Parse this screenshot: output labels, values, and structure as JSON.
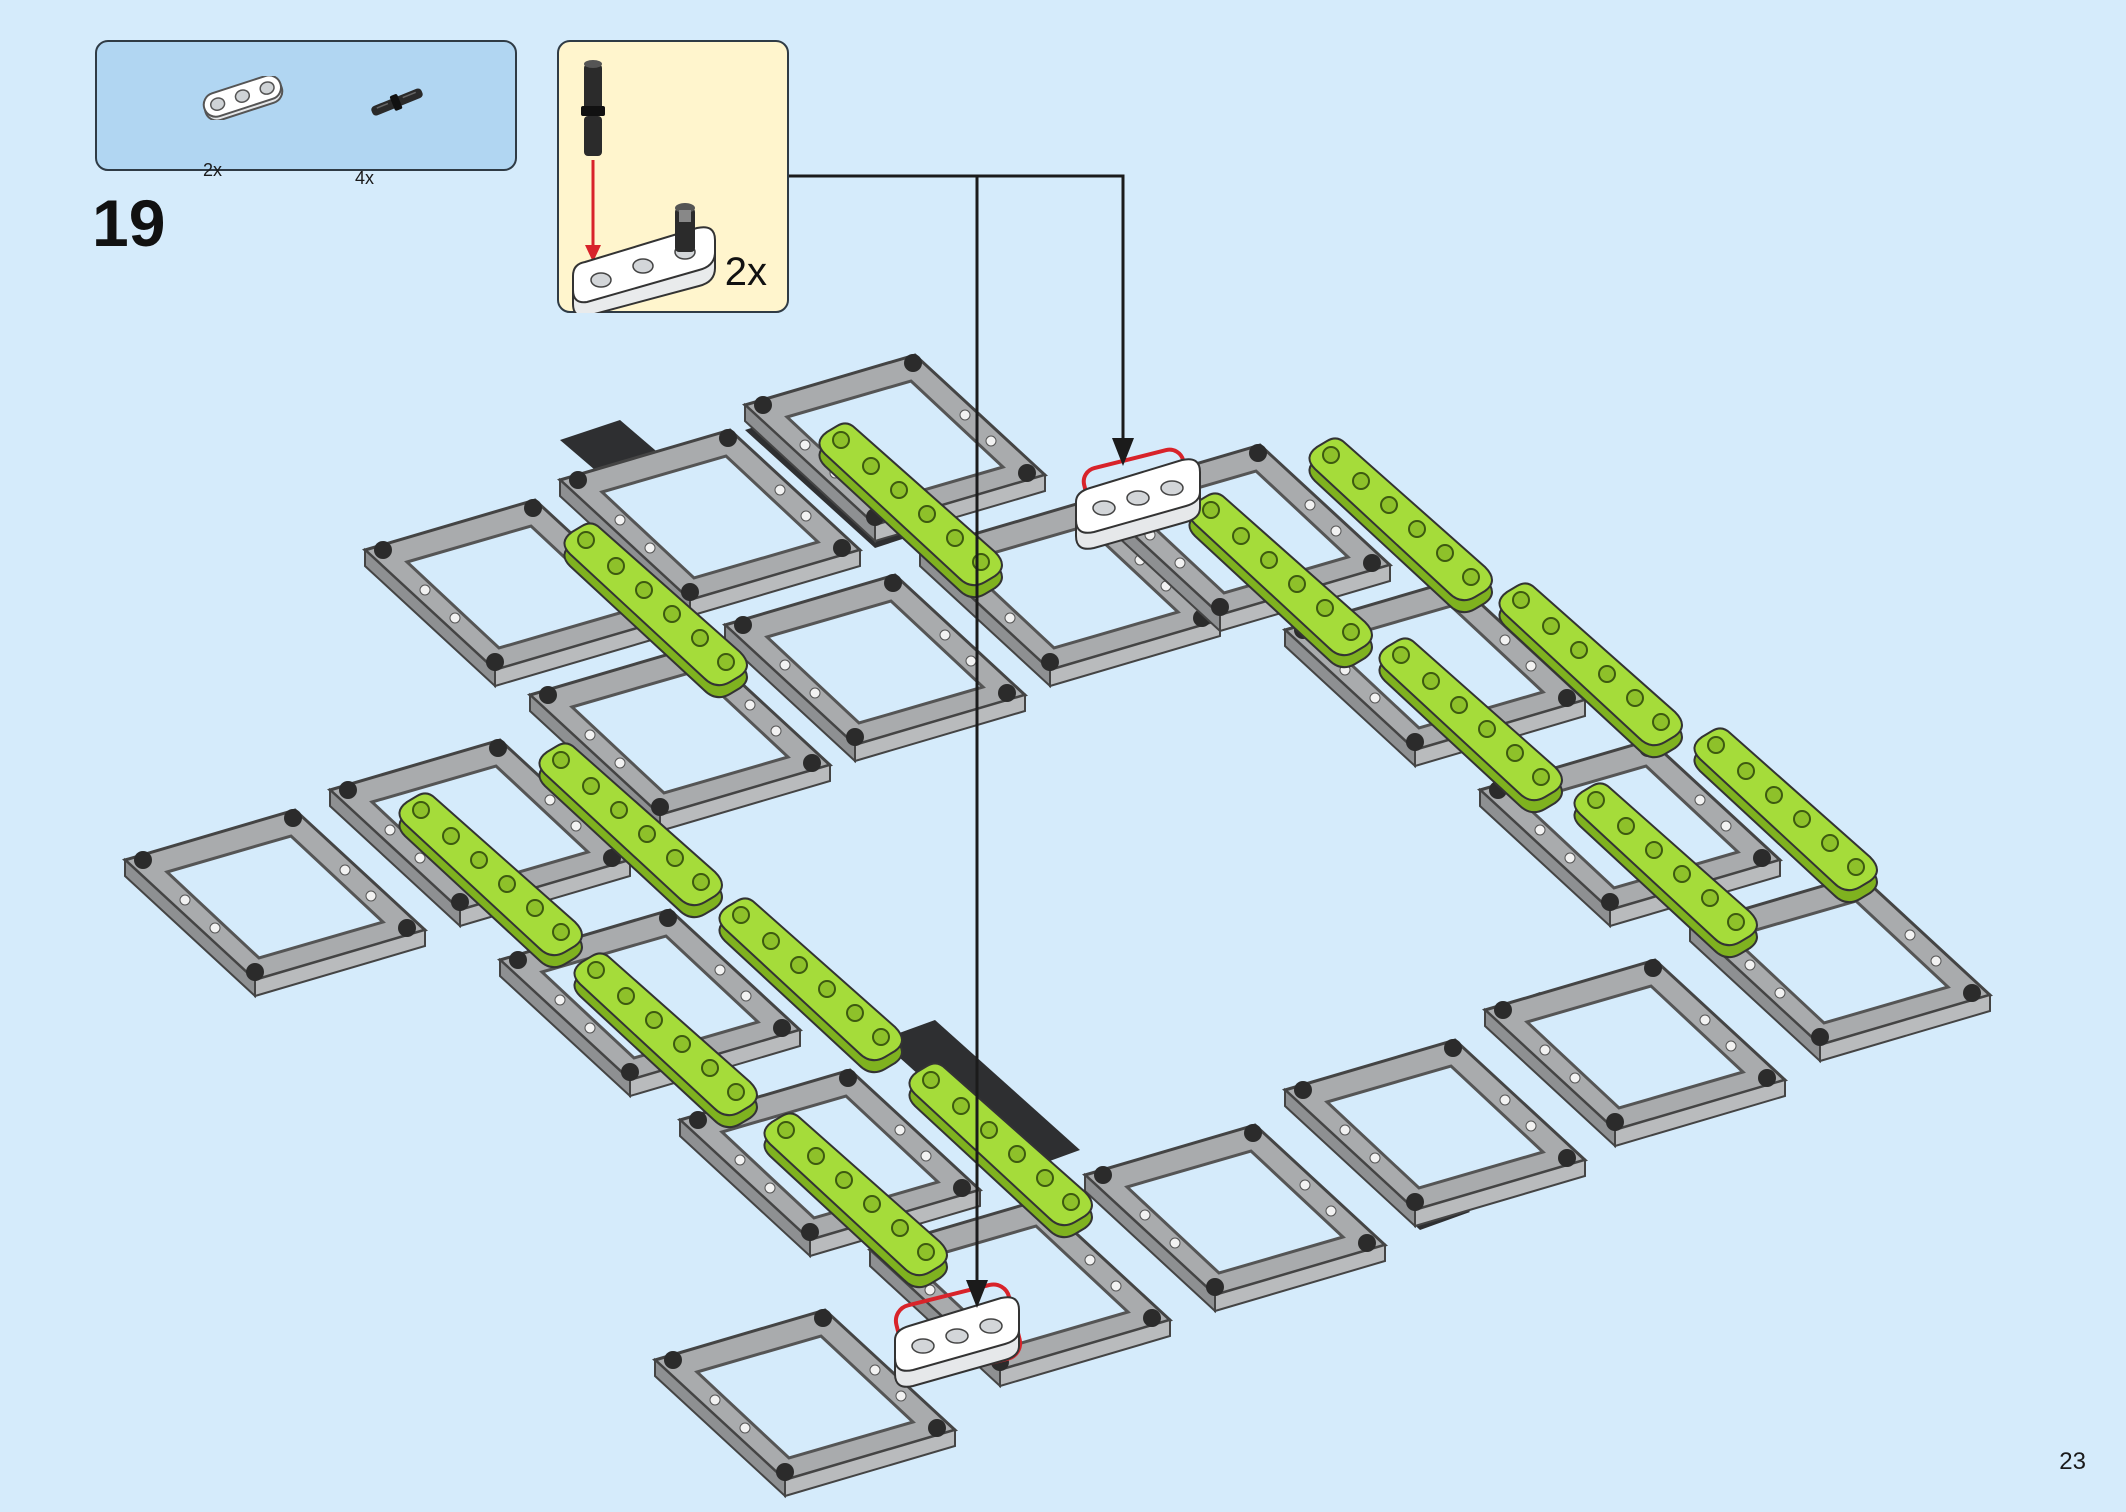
{
  "parts_list": {
    "items": [
      {
        "icon": "white-beam-3-icon",
        "quantity": "2x"
      },
      {
        "icon": "black-pin-icon",
        "quantity": "4x"
      }
    ]
  },
  "step": {
    "number": "19"
  },
  "sub_assembly": {
    "quantity": "2x"
  },
  "page": {
    "number": "23"
  },
  "colors": {
    "background": "#d5ebfb",
    "parts_box": "#b1d6f2",
    "sub_box": "#fff5cd",
    "frame_gray": "#a9abad",
    "beam_green": "#a5dc3a",
    "highlight_red": "#d8232a"
  }
}
